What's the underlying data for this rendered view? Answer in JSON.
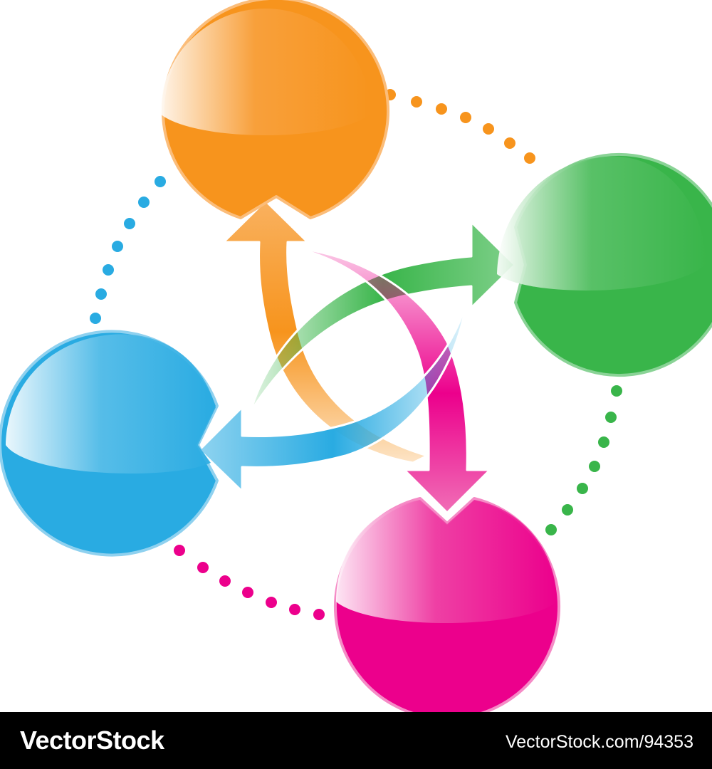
{
  "diagram": {
    "type": "cycle",
    "nodes": [
      {
        "id": "orange",
        "color": "#f7941d"
      },
      {
        "id": "green",
        "color": "#39b54a"
      },
      {
        "id": "pink",
        "color": "#ec008c"
      },
      {
        "id": "blue",
        "color": "#29abe2"
      }
    ],
    "arrows": [
      {
        "from": "pink",
        "to": "orange",
        "color": "#f7941d"
      },
      {
        "from": "blue",
        "to": "green",
        "color": "#39b54a"
      },
      {
        "from": "orange",
        "to": "pink",
        "color": "#ec008c"
      },
      {
        "from": "green",
        "to": "blue",
        "color": "#29abe2"
      }
    ],
    "dotted_connectors": [
      {
        "between": [
          "orange",
          "green"
        ],
        "color": "#f7941d"
      },
      {
        "between": [
          "green",
          "pink"
        ],
        "color": "#39b54a"
      },
      {
        "between": [
          "pink",
          "blue"
        ],
        "color": "#ec008c"
      },
      {
        "between": [
          "blue",
          "orange"
        ],
        "color": "#29abe2"
      }
    ]
  },
  "footer": {
    "brand": "VectorStock",
    "reference": "VectorStock.com/94353"
  }
}
